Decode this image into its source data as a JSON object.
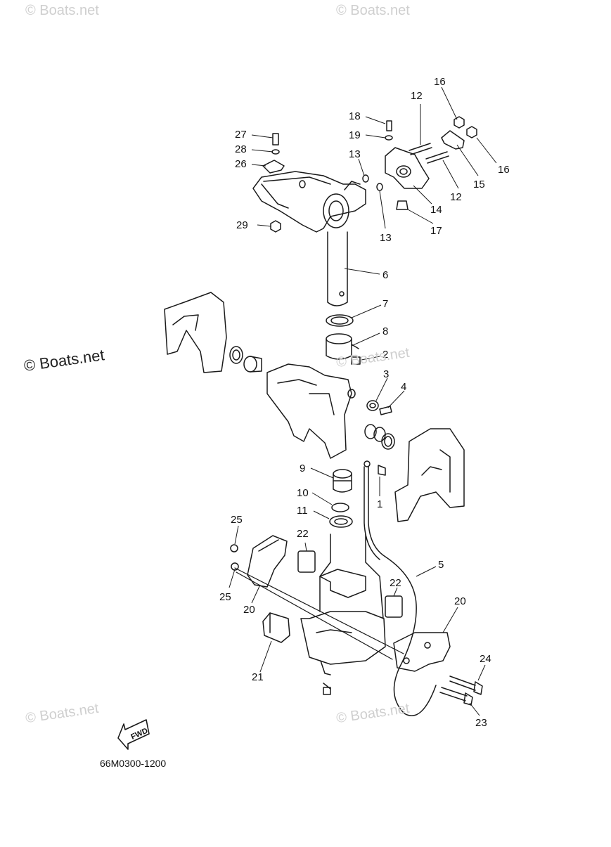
{
  "watermarks": {
    "top_left": "© Boats.net",
    "top_right": "© Boats.net",
    "mid": "© Boats.net",
    "side": "© Boats.net",
    "bottom_left": "© Boats.net",
    "bottom_right": "© Boats.net"
  },
  "fwd_label": "FWD",
  "diagram_code": "66M0300-1200",
  "callouts": {
    "c16a": "16",
    "c16b": "16",
    "c12a": "12",
    "c12b": "12",
    "c18": "18",
    "c19": "19",
    "c27": "27",
    "c28": "28",
    "c26": "26",
    "c13a": "13",
    "c13b": "13",
    "c15": "15",
    "c14": "14",
    "c29": "29",
    "c17": "17",
    "c6": "6",
    "c7": "7",
    "c8": "8",
    "c2": "2",
    "c3": "3",
    "c4": "4",
    "c9": "9",
    "c10": "10",
    "c11": "11",
    "c1": "1",
    "c25a": "25",
    "c25b": "25",
    "c22a": "22",
    "c22b": "22",
    "c5": "5",
    "c20a": "20",
    "c20b": "20",
    "c21": "21",
    "c24": "24",
    "c23": "23"
  }
}
